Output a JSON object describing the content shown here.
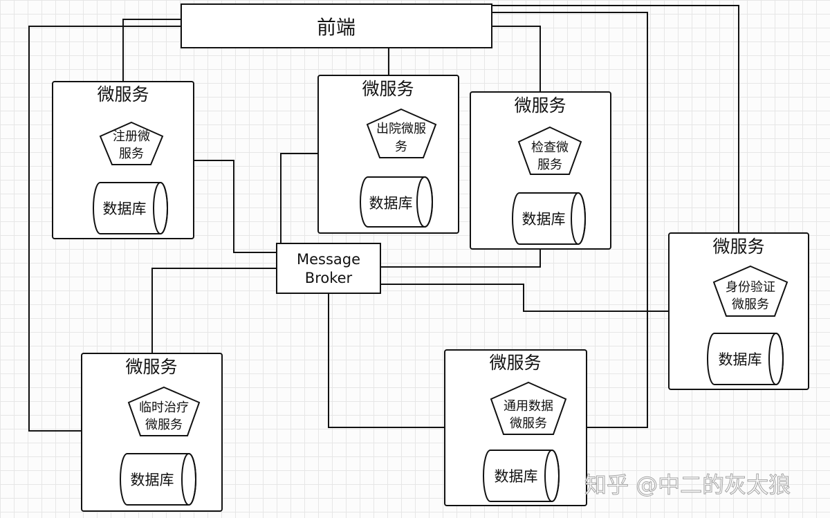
{
  "frontend": {
    "label": "前端"
  },
  "broker": {
    "line1": "Message",
    "line2": "Broker"
  },
  "services": [
    {
      "title": "微服务",
      "name_line1": "注册微",
      "name_line2": "服务",
      "db": "数据库"
    },
    {
      "title": "微服务",
      "name_line1": "出院微服",
      "name_line2": "务",
      "db": "数据库"
    },
    {
      "title": "微服务",
      "name_line1": "检查微",
      "name_line2": "服务",
      "db": "数据库"
    },
    {
      "title": "微服务",
      "name_line1": "身份验证",
      "name_line2": "微服务",
      "db": "数据库"
    },
    {
      "title": "微服务",
      "name_line1": "临时治疗",
      "name_line2": "微服务",
      "db": "数据库"
    },
    {
      "title": "微服务",
      "name_line1": "通用数据",
      "name_line2": "微服务",
      "db": "数据库"
    }
  ],
  "watermark": "知乎 @中二的灰太狼"
}
